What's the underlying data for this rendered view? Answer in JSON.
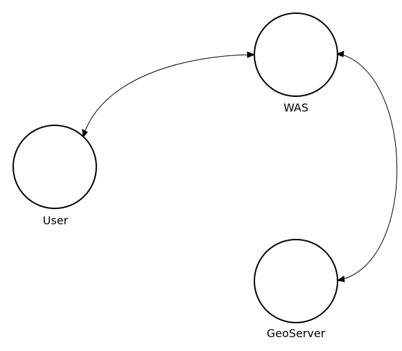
{
  "diagram": {
    "nodes": [
      {
        "id": "was",
        "label": "WAS"
      },
      {
        "id": "user",
        "label": "User"
      },
      {
        "id": "geoserver",
        "label": "GeoServer"
      }
    ],
    "edges": [
      {
        "from": "user",
        "to": "was",
        "direction": "bidirectional"
      },
      {
        "from": "was",
        "to": "geoserver",
        "direction": "bidirectional"
      }
    ]
  },
  "colors": {
    "stroke": "#000000",
    "node_fill": "#ffffff",
    "background": "#ffffff"
  }
}
